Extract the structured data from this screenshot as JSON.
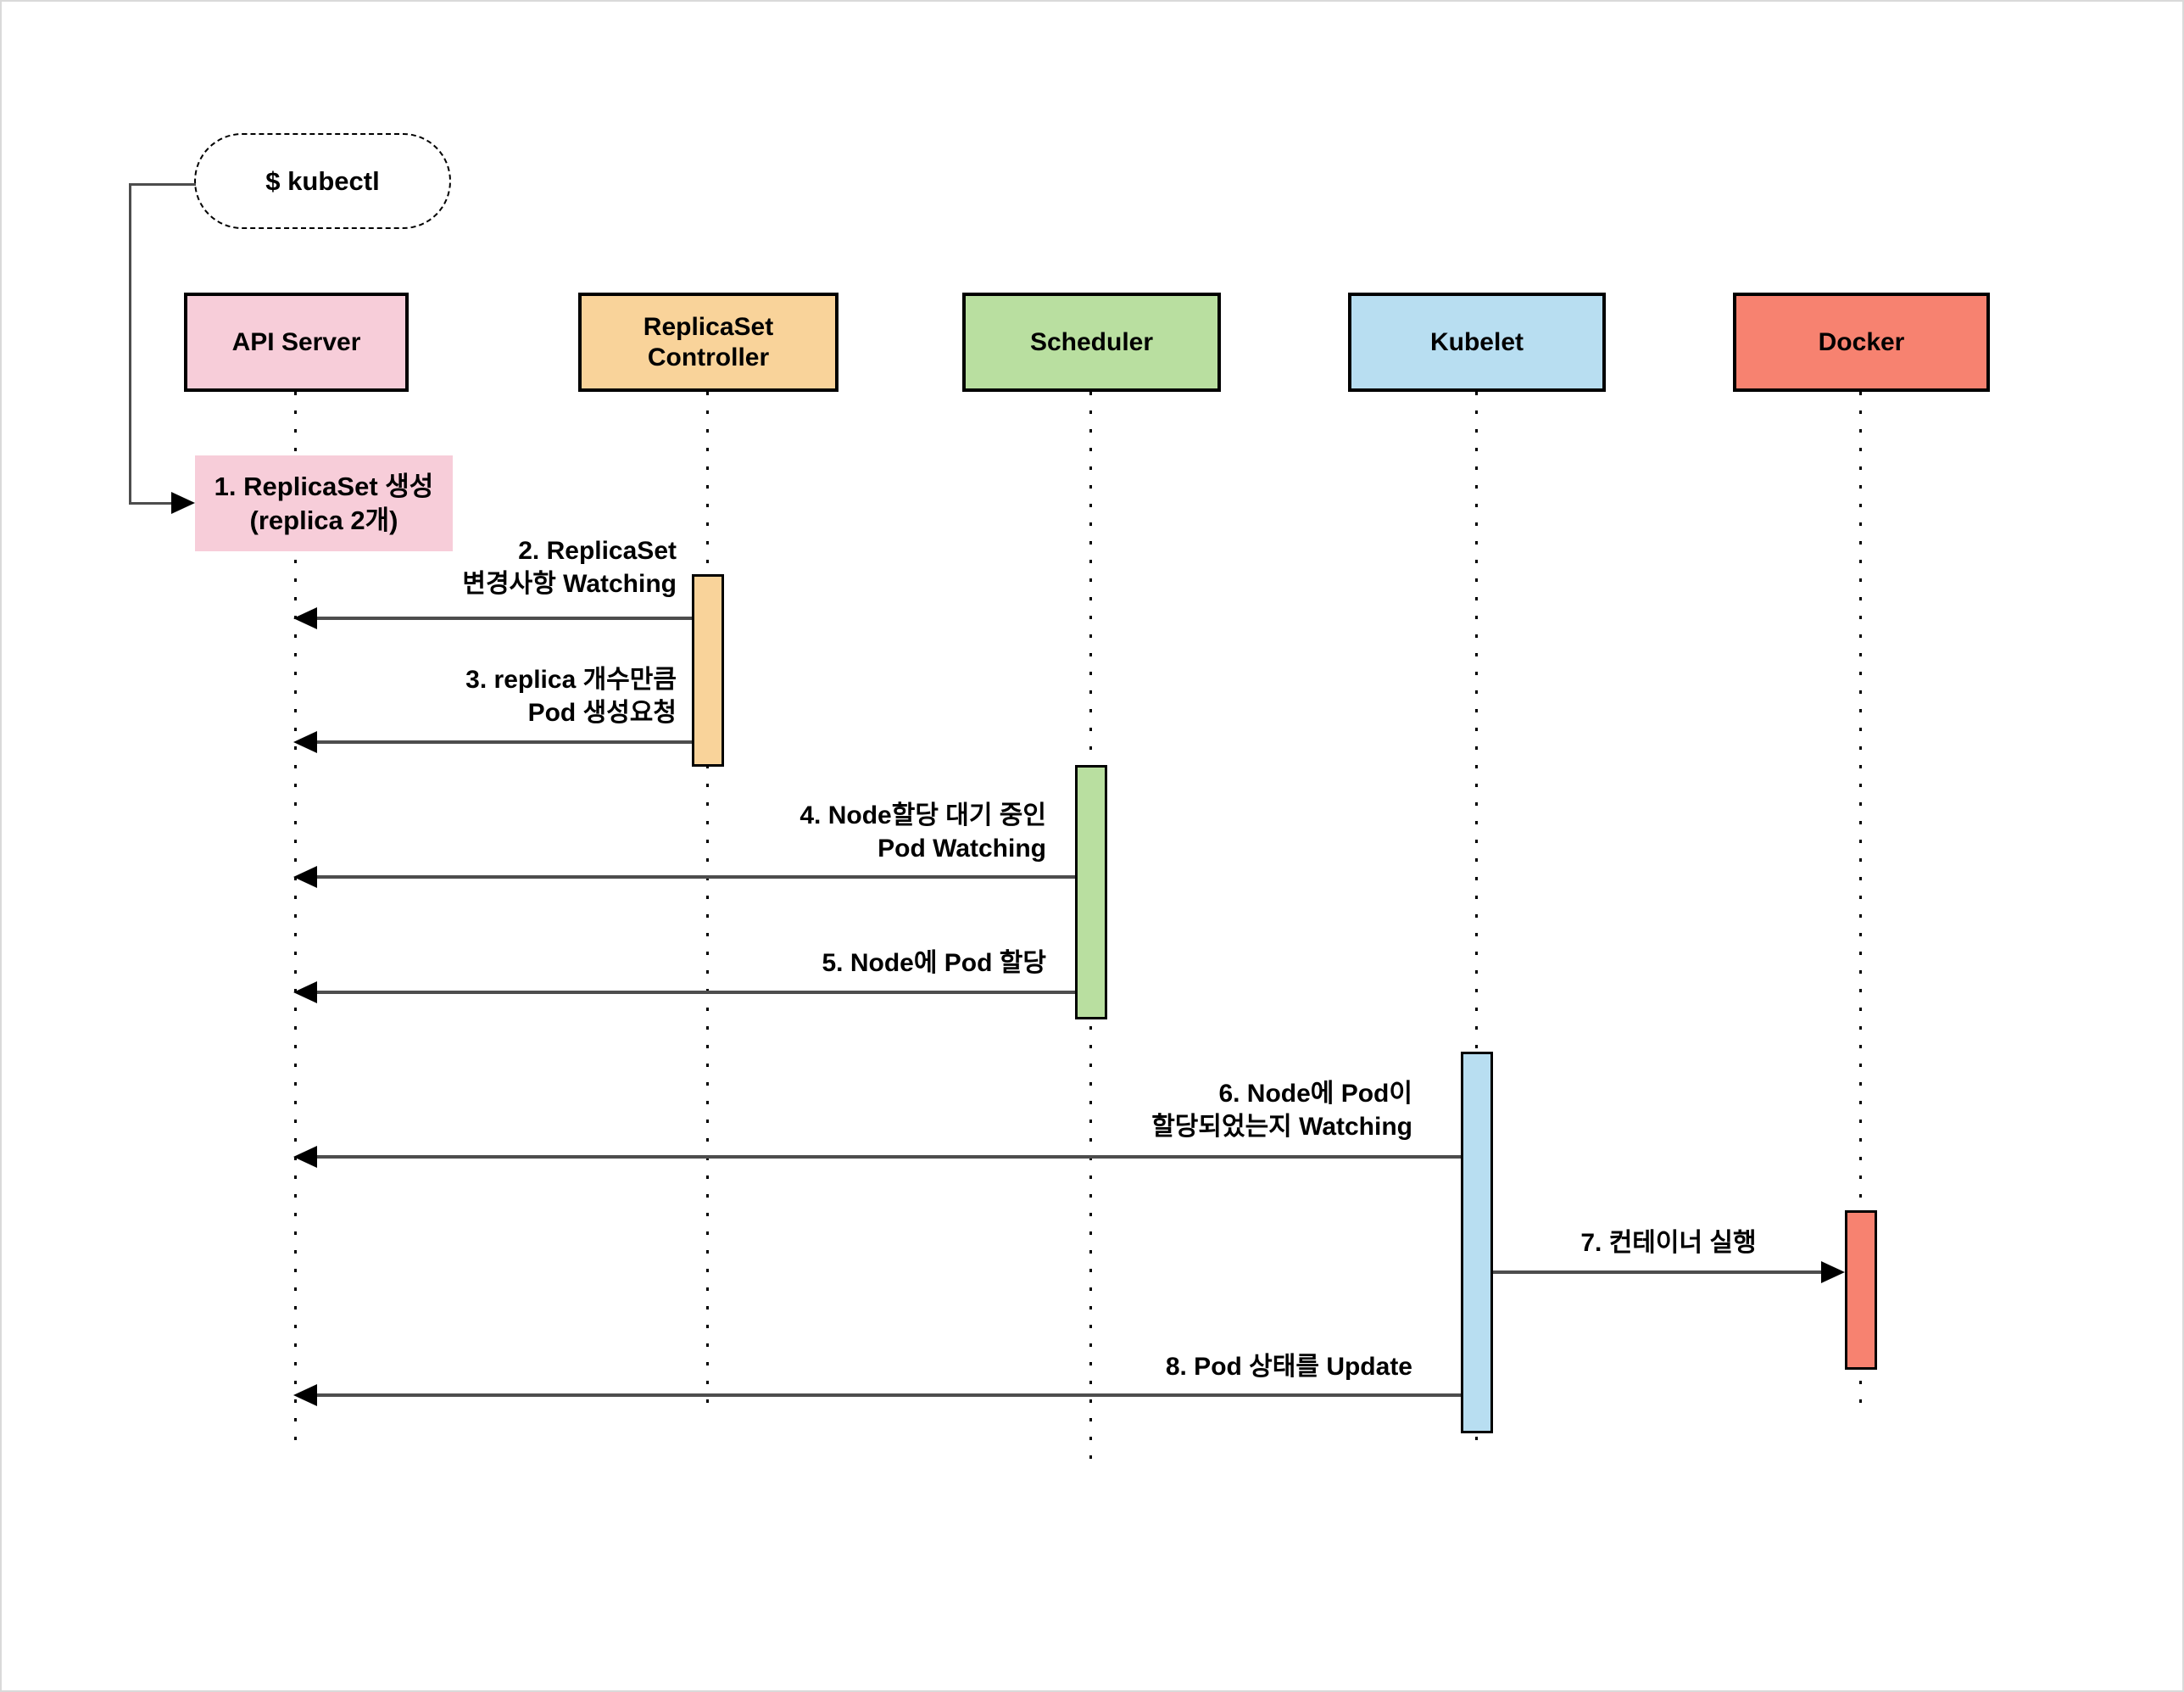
{
  "diagram": {
    "kind": "kubernetes-replicaset-sequence-diagram",
    "start_node": {
      "label": "$ kubectl"
    },
    "actors": [
      {
        "id": "api-server",
        "label": "API Server",
        "fill": "#f7cdd9"
      },
      {
        "id": "replicaset-controller",
        "label": "ReplicaSet Controller",
        "fill": "#f9d39a"
      },
      {
        "id": "scheduler",
        "label": "Scheduler",
        "fill": "#b9dfa0"
      },
      {
        "id": "kubelet",
        "label": "Kubelet",
        "fill": "#b8def1"
      },
      {
        "id": "docker",
        "label": "Docker",
        "fill": "#f78270"
      }
    ],
    "note": {
      "line1": "1. ReplicaSet 생성",
      "line2": "(replica 2개)",
      "fill": "#f7cdd9",
      "from": "$ kubectl",
      "to": "api-server"
    },
    "messages": [
      {
        "num": 2,
        "line1": "2. ReplicaSet",
        "line2": "변경사항 Watching",
        "from": "replicaset-controller",
        "to": "api-server"
      },
      {
        "num": 3,
        "line1": "3. replica 개수만큼",
        "line2": "Pod 생성요청",
        "from": "replicaset-controller",
        "to": "api-server"
      },
      {
        "num": 4,
        "line1": "4. Node할당 대기 중인",
        "line2": "Pod Watching",
        "from": "scheduler",
        "to": "api-server"
      },
      {
        "num": 5,
        "line1": "5. Node에 Pod 할당",
        "line2": "",
        "from": "scheduler",
        "to": "api-server"
      },
      {
        "num": 6,
        "line1": "6. Node에 Pod이",
        "line2": "할당되었는지 Watching",
        "from": "kubelet",
        "to": "api-server"
      },
      {
        "num": 7,
        "line1": "7. 컨테이너 실행",
        "line2": "",
        "from": "kubelet",
        "to": "docker"
      },
      {
        "num": 8,
        "line1": "8. Pod 상태를 Update",
        "line2": "",
        "from": "kubelet",
        "to": "api-server"
      }
    ],
    "line_color": "#4d4d4d"
  }
}
